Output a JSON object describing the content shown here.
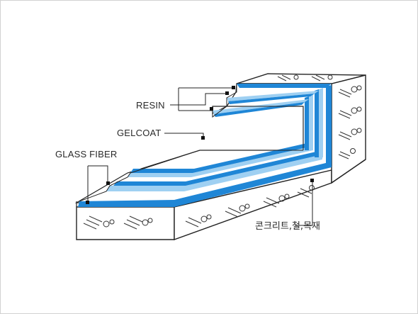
{
  "labels": {
    "resin": "RESIN",
    "gelcoat": "GELCOAT",
    "glass_fiber": "GLASS FIBER",
    "substrate": "콘크리트,철,목재"
  },
  "colors": {
    "blue_layer": "#1f86d6",
    "light_blue_layer": "#9fd0f2",
    "outline": "#222222",
    "background": "#ffffff"
  }
}
